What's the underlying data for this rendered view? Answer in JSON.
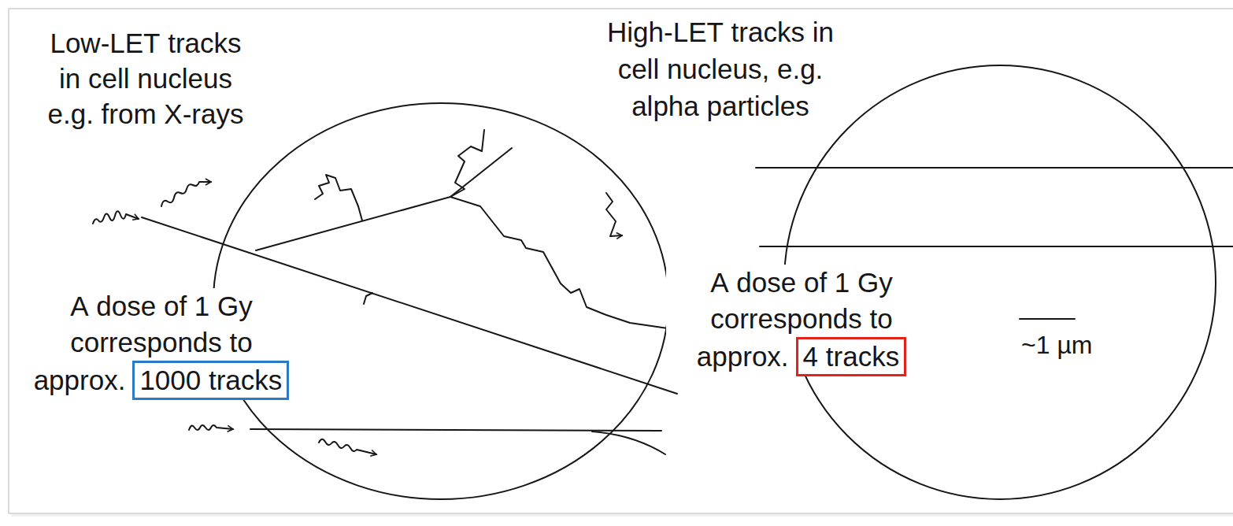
{
  "diagram": {
    "nodes": [
      {
        "text": [
          "Low-LET tracks in cell nucleus e.g. from X-rays",
          "A dose of 1 Gy corresponds to approx."
        ]
      },
      {
        "text": [
          "1000 tracks"
        ],
        "in": 0
      },
      {
        "text": [
          "High-LET tracks in cell nucleus, e.g. alpha particles",
          "A dose of 1 Gy corresponds to approx."
        ]
      },
      {
        "text": [
          "4 tracks"
        ],
        "in": 2
      }
    ],
    "labels": [
      "~1 µm"
    ]
  }
}
